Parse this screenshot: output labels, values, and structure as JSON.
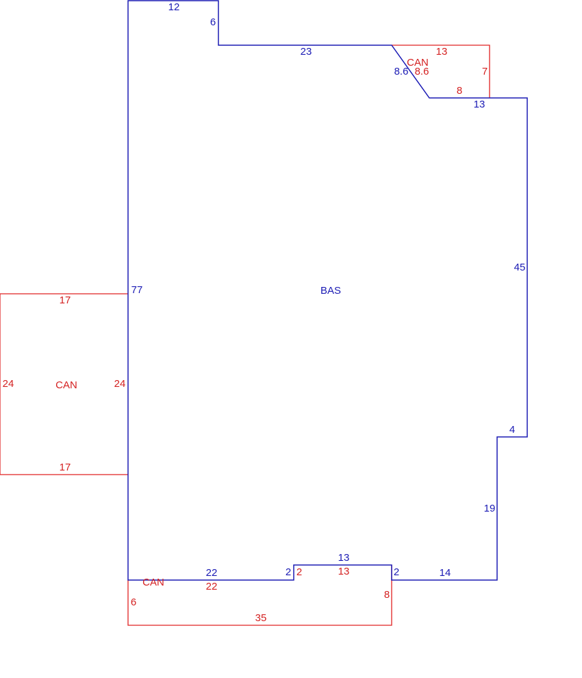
{
  "colors": {
    "base": "#1a1ab4",
    "canopy": "#d42020",
    "background": "#ffffff"
  },
  "areas": {
    "bas": {
      "label": "BAS"
    },
    "can_left": {
      "label": "CAN"
    },
    "can_top": {
      "label": "CAN"
    },
    "can_bottom": {
      "label": "CAN"
    }
  },
  "dimensions": {
    "bas": {
      "top_left": "12",
      "step_down": "6",
      "top_mid": "23",
      "diagonal": "8.6",
      "upper_right_step": "13",
      "right_upper": "45",
      "right_notch": "4",
      "right_lower": "19",
      "bottom_right": "14",
      "bottom_step_right": "2",
      "bottom_bump": "13",
      "bottom_step_left": "2",
      "bottom_left": "22",
      "left": "77"
    },
    "can_left": {
      "top": "17",
      "bottom": "17",
      "left": "24",
      "right": "24"
    },
    "can_top": {
      "top": "13",
      "right": "7",
      "bottom": "8",
      "diagonal": "8.6"
    },
    "can_bottom": {
      "top": "22",
      "bump_step": "2",
      "bump_top": "13",
      "right": "8",
      "bottom": "35",
      "left": "6"
    }
  }
}
